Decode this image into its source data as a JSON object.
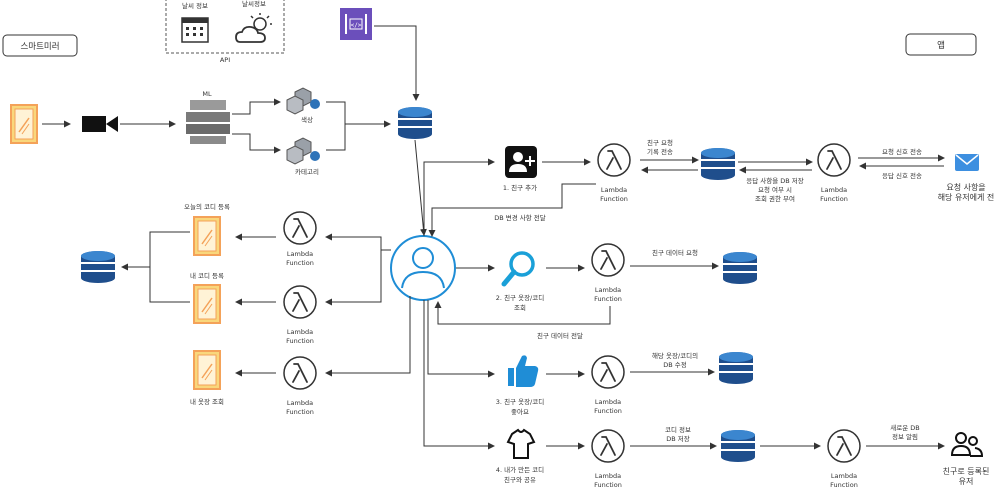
{
  "boxes": {
    "smart_mirror": "스마트미러",
    "app": "앱"
  },
  "api": {
    "label": "API",
    "fashion_info": "날씨 정보",
    "weather_info": "날씨정보"
  },
  "ml": {
    "label": "ML",
    "color": "색상",
    "category": "카테고리"
  },
  "lambda": {
    "line1": "Lambda",
    "line2": "Function"
  },
  "left": {
    "today_codi_register": "오늘의 코디 등록",
    "my_codi_register": "내 코디 등록",
    "my_closet_view": "내 옷장 조회"
  },
  "flows": {
    "add_friend": "1. 친구 추가",
    "friend_request_l1": "친구 요청",
    "friend_request_l2": "기록 전송",
    "db_store_l1": "응답 사항을 DB 저장",
    "db_store_l2": "요청 여부 시",
    "db_store_l3": "조회 권한 부여",
    "request_signal": "요청 신호 전송",
    "response_signal": "응답 신호 전송",
    "notify_l1": "요청 사항을",
    "notify_l2": "해당 유저에게 전",
    "db_change_send": "DB 변경 사항 전달",
    "view_friend_closet_l1": "2. 친구 옷장/코디",
    "view_friend_closet_l2": "조회",
    "friend_data_request": "친구 데이터 요청",
    "friend_data_send": "친구 데이터 전달",
    "like_l1": "3. 친구 옷장/코디",
    "like_l2": "좋아요",
    "like_db_l1": "해당 옷장/코디의",
    "like_db_l2": "DB 수정",
    "share_l1": "4. 내가 만든 코디",
    "share_l2": "친구와 공유",
    "codi_info_l1": "코디 정보",
    "codi_info_l2": "DB 저장",
    "new_db_l1": "새로운 DB",
    "new_db_l2": "정보 알림",
    "registered_friend_l1": "친구로 등록된",
    "registered_friend_l2": "유저"
  },
  "colors": {
    "db_blue": "#2e73b8",
    "db_dark": "#1f4e8c",
    "user_blue": "#1f8dd6",
    "magnifier": "#1aa0d8",
    "mirror_orange": "#f4a259",
    "mirror_yellow": "#f9d77c",
    "gateway_purple": "#6b4fbb",
    "ml_gray": "#7a7a7a",
    "mail_blue": "#3d8fe0"
  }
}
